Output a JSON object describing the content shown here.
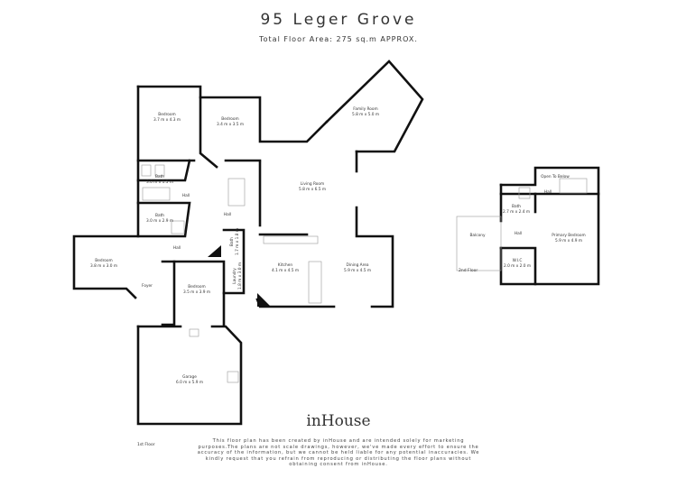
{
  "header": {
    "title": "95 Leger Grove",
    "subtitle": "Total Floor Area: 275 sq.m APPROX."
  },
  "rooms": {
    "bedroom1": {
      "name": "Bedroom",
      "size": "3.7 m x 4.3 m"
    },
    "bedroom2": {
      "name": "Bedroom",
      "size": "3.4 m x 3.5 m"
    },
    "family": {
      "name": "Family Room",
      "size": "5.8 m x 5.0 m"
    },
    "bath1": {
      "name": "Bath",
      "size": "3.0 m x 1.5 m"
    },
    "hall1": {
      "name": "Hall"
    },
    "bath2": {
      "name": "Bath",
      "size": "3.0 m x 2.9 m"
    },
    "hall2": {
      "name": "Hall"
    },
    "living": {
      "name": "Living Room",
      "size": "5.8 m x 6.5 m"
    },
    "hall3": {
      "name": "Hall"
    },
    "bedroom3": {
      "name": "Bedroom",
      "size": "3.8 m x 3.0 m"
    },
    "bath3": {
      "name": "Bath",
      "size": "1.7 m x 1.8 m"
    },
    "laundry": {
      "name": "Laundry",
      "size": "1.8 m x 3.0 m"
    },
    "kitchen": {
      "name": "Kitchen",
      "size": "4.1 m x 4.5 m"
    },
    "dining": {
      "name": "Dining Area",
      "size": "5.9 m x 4.5 m"
    },
    "foyer": {
      "name": "Foyer"
    },
    "bedroom4": {
      "name": "Bedroom",
      "size": "3.5 m x 3.9 m"
    },
    "garage": {
      "name": "Garage",
      "size": "6.0 m x 5.9 m"
    },
    "open": {
      "name": "Open To Below"
    },
    "hall4": {
      "name": "Hall"
    },
    "bath4": {
      "name": "Bath",
      "size": "2.7 m x 2.4 m"
    },
    "balcony": {
      "name": "Balcony"
    },
    "hall5": {
      "name": "Hall"
    },
    "primary": {
      "name": "Primary Bedroom",
      "size": "5.9 m x 4.9 m"
    },
    "wic": {
      "name": "W.I.C",
      "size": "2.0 m x 2.0 m"
    }
  },
  "floors": {
    "first": "1st Floor",
    "second": "2nd Floor"
  },
  "logo": "inHouse",
  "disclaimer": "This floor plan has been created by inHouse and are intended solely for marketing purposes.The plans are not scale drawings, however, we've made every effort to ensure the accuracy of the information, but we cannot be held liable for any potential inaccuracies. We kindly request that you refrain from reproducing or distributing the floor plans without obtaining consent from inHouse."
}
